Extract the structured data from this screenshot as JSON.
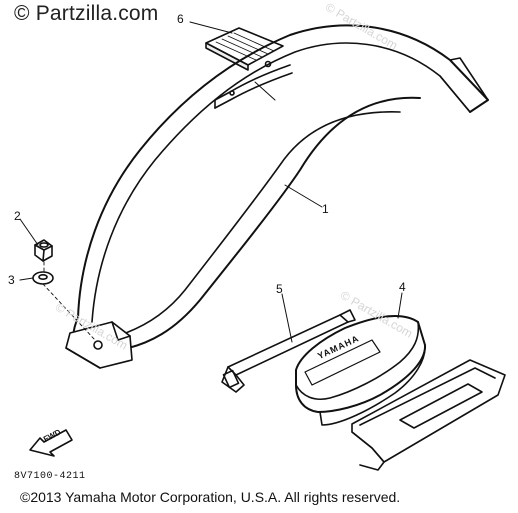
{
  "watermark": {
    "text": "© Partzilla.com"
  },
  "faint_watermarks": [
    "© Partzilla.com",
    "© Partzilla.com",
    "© Partzilla.com"
  ],
  "callouts": {
    "item1": "1",
    "item2": "2",
    "item3": "3",
    "item4": "4",
    "item5": "5",
    "item6": "6"
  },
  "parts": {
    "tag_label": "YAMAHA",
    "fwd_label": "FWD"
  },
  "diagram_code": "8V7100-4211",
  "copyright": "©2013  Yamaha Motor Corporation, U.S.A. All rights reserved."
}
